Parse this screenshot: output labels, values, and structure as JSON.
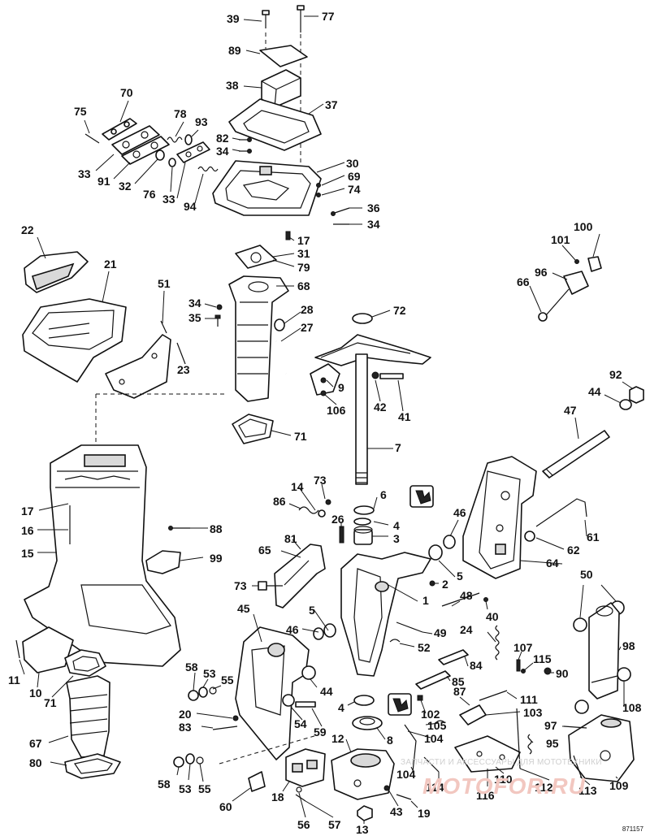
{
  "figure_code": "871157",
  "watermark": {
    "caption": "ЗАПЧАСТИ И АКСЕССУАРЫ ДЛЯ МОТОТЕХНИКИ",
    "logo": "MOTOFOR.RU"
  },
  "callouts": [
    "39",
    "77",
    "89",
    "38",
    "37",
    "70",
    "75",
    "78",
    "93",
    "82",
    "34",
    "30",
    "69",
    "74",
    "36",
    "34",
    "33",
    "91",
    "32",
    "76",
    "33",
    "94",
    "17",
    "31",
    "79",
    "68",
    "22",
    "21",
    "51",
    "34",
    "35",
    "28",
    "27",
    "72",
    "23",
    "9",
    "106",
    "42",
    "41",
    "7",
    "71",
    "100",
    "101",
    "96",
    "66",
    "92",
    "44",
    "47",
    "17",
    "16",
    "15",
    "73",
    "14",
    "86",
    "26",
    "6",
    "4",
    "3",
    "46",
    "88",
    "99",
    "65",
    "81",
    "2",
    "5",
    "1",
    "73",
    "62",
    "61",
    "64",
    "50",
    "48",
    "40",
    "24",
    "45",
    "46",
    "5",
    "49",
    "52",
    "98",
    "107",
    "115",
    "90",
    "84",
    "85",
    "58",
    "53",
    "55",
    "44",
    "4",
    "87",
    "11",
    "111",
    "10",
    "71",
    "20",
    "83",
    "54",
    "59",
    "102",
    "103",
    "8",
    "105",
    "108",
    "104",
    "97",
    "67",
    "12",
    "95",
    "80",
    "58",
    "53",
    "55",
    "104",
    "114",
    "110",
    "112",
    "109",
    "116",
    "13",
    "60",
    "18",
    "43",
    "19",
    "56",
    "57",
    "113"
  ]
}
